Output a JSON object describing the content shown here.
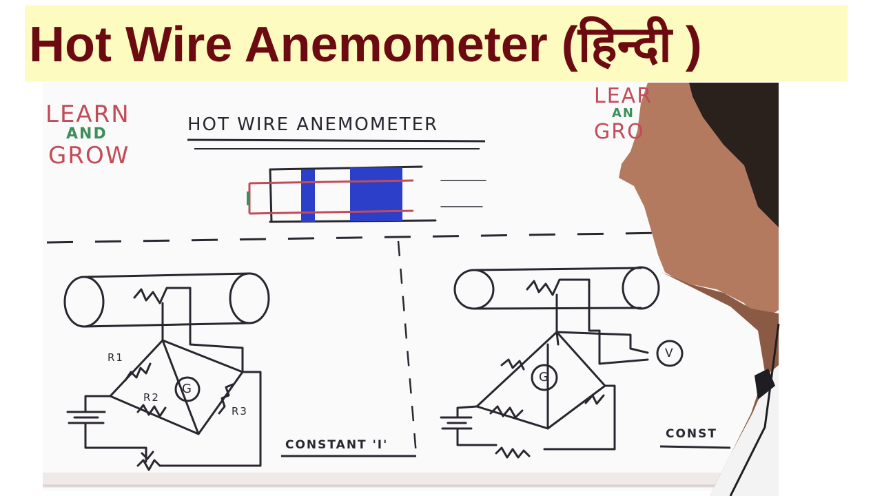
{
  "title": {
    "main": "Hot Wire Anemometer (",
    "hindi": "हिन्दी",
    "close": " )"
  },
  "board": {
    "logo_left": {
      "line1": "LEARN",
      "line2": "AND",
      "line3": "GROW"
    },
    "logo_right": {
      "line1": "LEAR",
      "line2": "AN",
      "line3": "GRO"
    },
    "heading": "HOT WIRE ANEMOMETER",
    "left_circuit": {
      "r1": "R1",
      "r2": "R2",
      "r3": "R3",
      "galvanometer": "G",
      "caption": "CONSTANT 'I'"
    },
    "right_circuit": {
      "galvanometer": "G",
      "voltmeter": "V",
      "caption": "CONST"
    }
  },
  "colors": {
    "banner": "#fdfbbf",
    "title": "#6b0a10",
    "board": "#fbfafa",
    "ink": "#2a2630",
    "red_marker": "#c24b58",
    "green_marker": "#3c8f5a",
    "blue_block": "#2c3fc8"
  }
}
